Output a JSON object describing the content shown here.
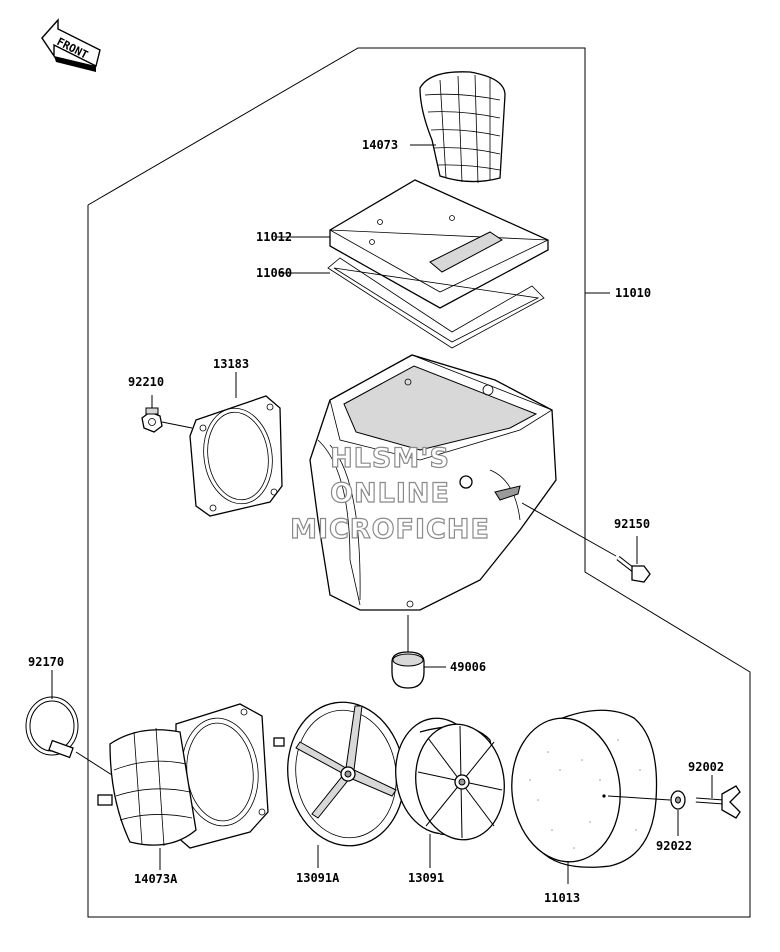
{
  "front_label": "FRONT",
  "watermark": [
    "HLSM'S",
    "ONLINE",
    "MICROFICHE"
  ],
  "parts": [
    {
      "id": "14073",
      "label": "14073"
    },
    {
      "id": "11012",
      "label": "11012"
    },
    {
      "id": "11060",
      "label": "11060"
    },
    {
      "id": "11010",
      "label": "11010"
    },
    {
      "id": "92210",
      "label": "92210"
    },
    {
      "id": "13183",
      "label": "13183"
    },
    {
      "id": "92150",
      "label": "92150"
    },
    {
      "id": "49006",
      "label": "49006"
    },
    {
      "id": "92170",
      "label": "92170"
    },
    {
      "id": "92002",
      "label": "92002"
    },
    {
      "id": "92022",
      "label": "92022"
    },
    {
      "id": "14073A",
      "label": "14073A"
    },
    {
      "id": "13091A",
      "label": "13091A"
    },
    {
      "id": "13091",
      "label": "13091"
    },
    {
      "id": "11013",
      "label": "11013"
    }
  ]
}
